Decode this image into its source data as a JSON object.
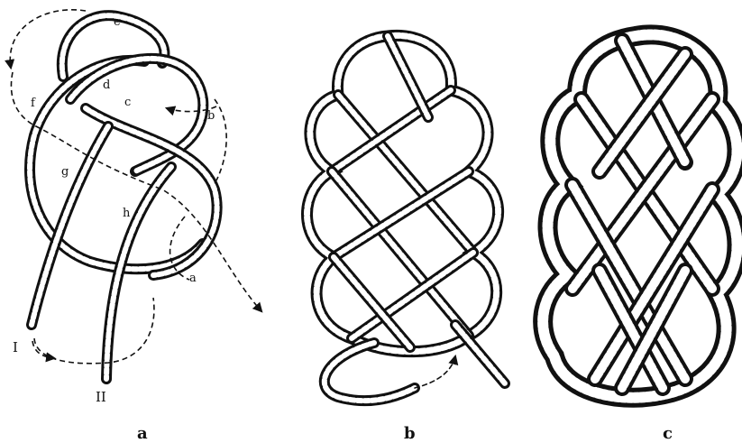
{
  "figure": {
    "panels": [
      {
        "id": "a",
        "caption": "a",
        "point_labels": [
          "e",
          "d",
          "c",
          "b",
          "f",
          "g",
          "h",
          "a"
        ],
        "end_labels": [
          "I",
          "II"
        ]
      },
      {
        "id": "b",
        "caption": "b"
      },
      {
        "id": "c",
        "caption": "c"
      }
    ]
  },
  "colors": {
    "ink": "#111111",
    "rope_fill": "#ffffff",
    "background": "#ffffff"
  }
}
